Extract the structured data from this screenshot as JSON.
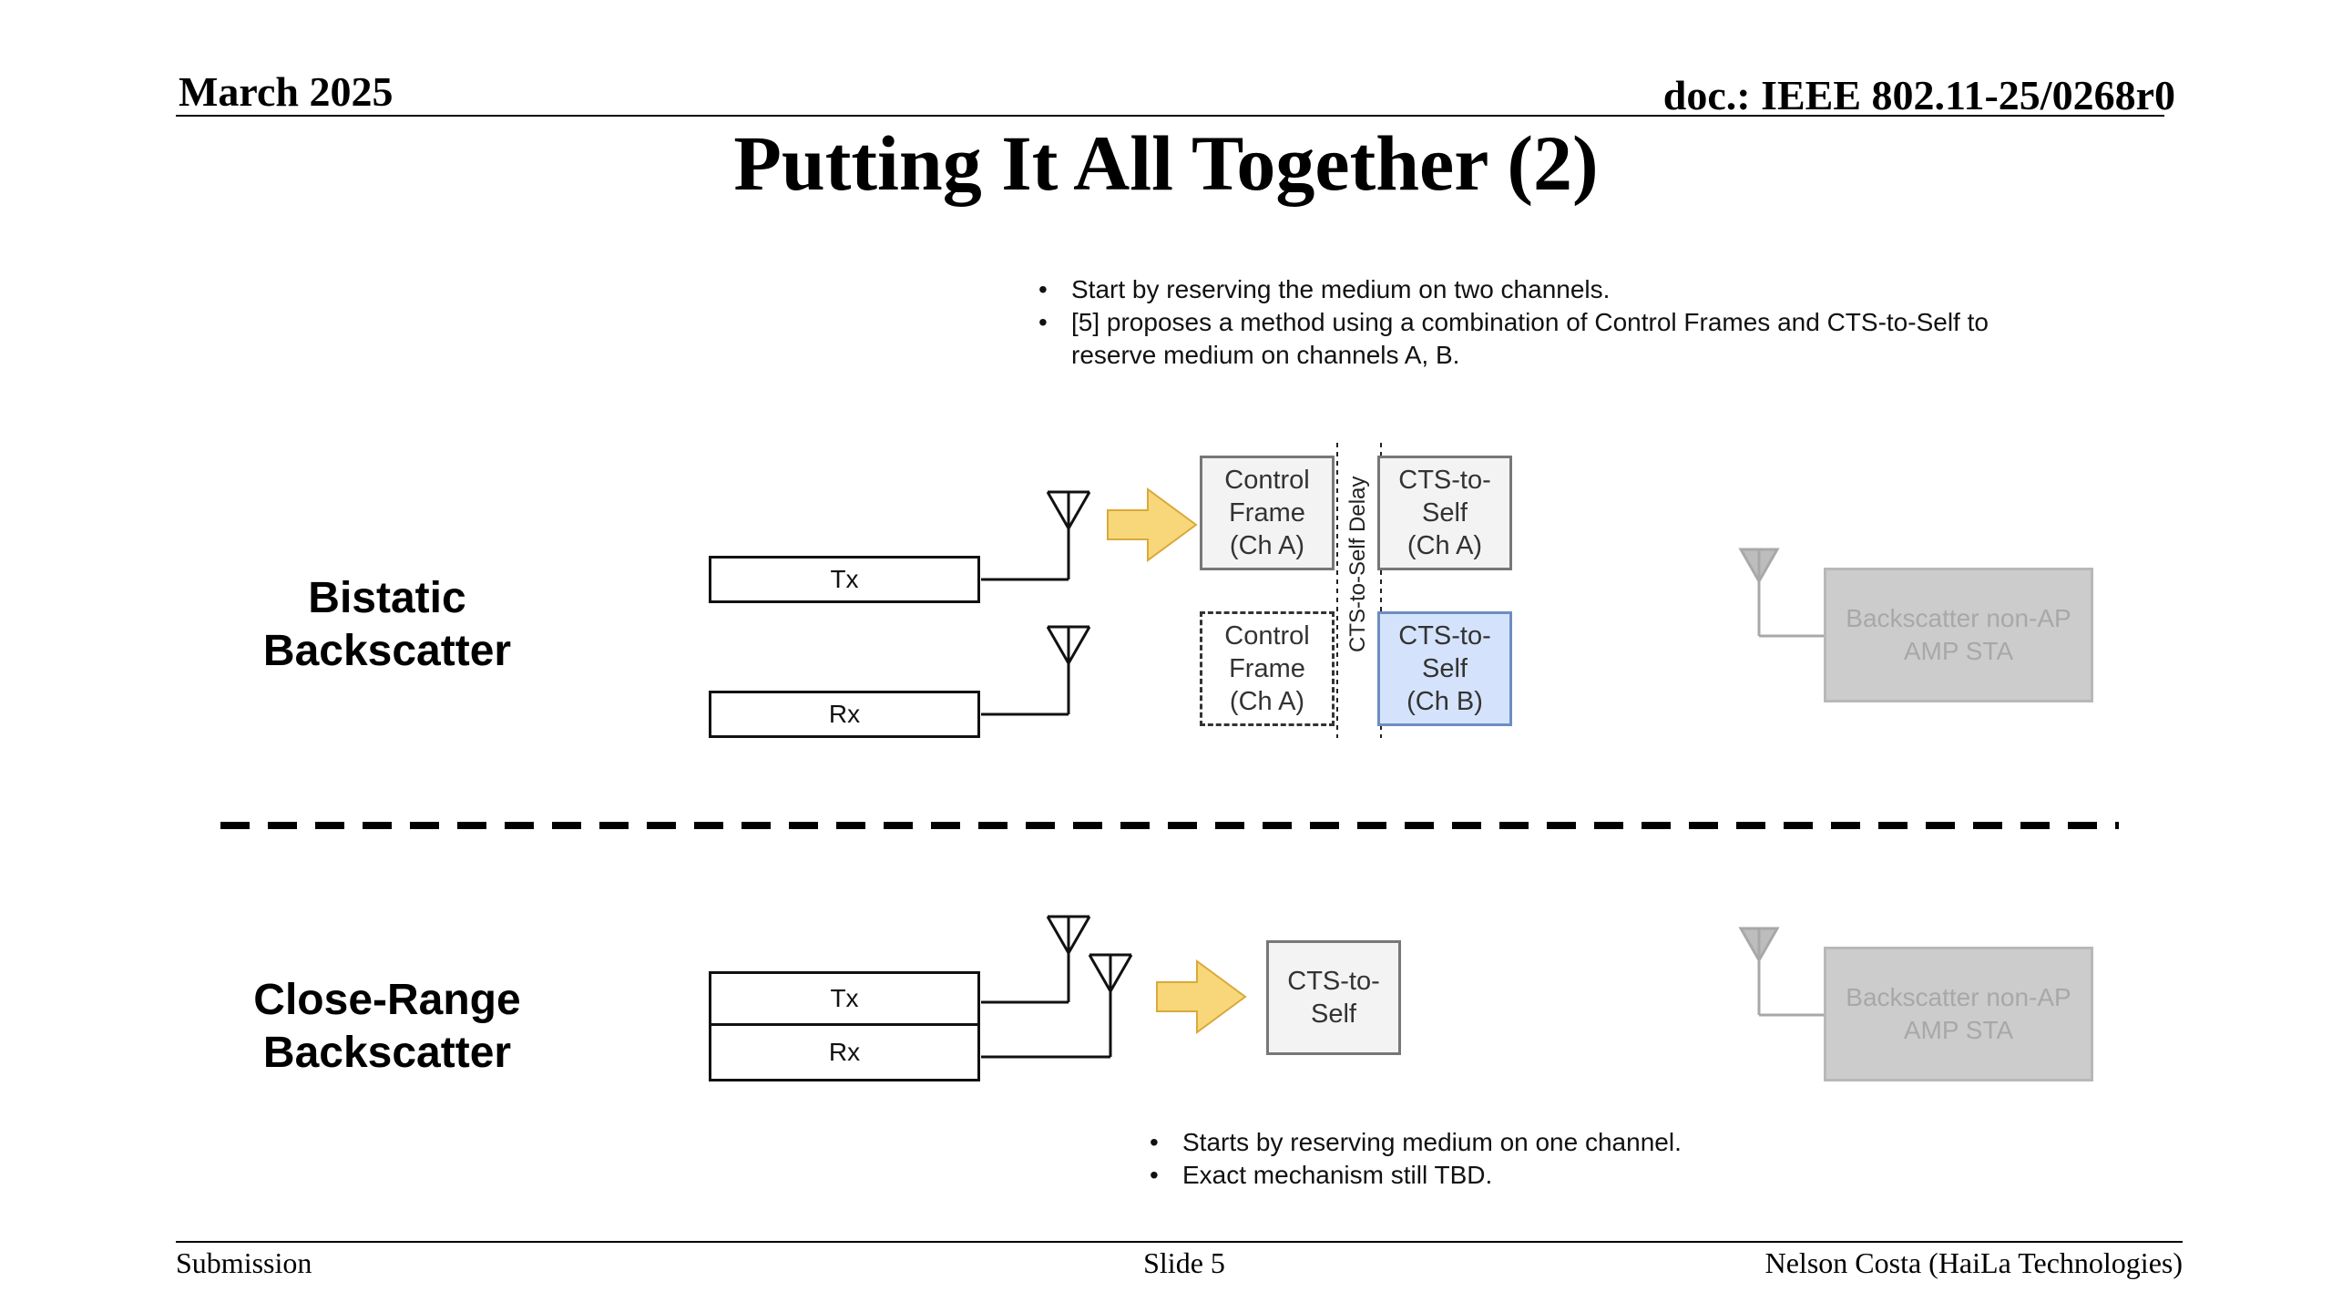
{
  "header": {
    "date": "March 2025",
    "doc_id": "doc.: IEEE 802.11-25/0268r0"
  },
  "title": "Putting It All Together (2)",
  "top_bullets": [
    "Start by reserving the medium on two channels.",
    "[5] proposes a method using a combination of Control Frames and CTS-to-Self to reserve medium on channels A, B."
  ],
  "bistatic": {
    "label_line1": "Bistatic",
    "label_line2": "Backscatter",
    "tx": "Tx",
    "rx": "Rx",
    "frame_ctrl_a": "Control\nFrame\n(Ch A)",
    "frame_ctrl_b": "Control\nFrame\n(Ch A)",
    "frame_cts_a": "CTS-to-\nSelf\n(Ch A)",
    "frame_cts_b": "CTS-to-\nSelf\n(Ch B)",
    "delay_label": "CTS-to-Self Delay",
    "sta_label": "Backscatter non-AP\nAMP STA"
  },
  "close_range": {
    "label_line1": "Close-Range",
    "label_line2": "Backscatter",
    "tx": "Tx",
    "rx": "Rx",
    "frame_cts": "CTS-to-\nSelf",
    "sta_label": "Backscatter non-AP\nAMP STA"
  },
  "bottom_bullets": [
    "Starts by reserving medium on one channel.",
    "Exact mechanism still TBD."
  ],
  "footer": {
    "left": "Submission",
    "center": "Slide 5",
    "right": "Nelson Costa (HaiLa Technologies)"
  },
  "colors": {
    "arrow_fill": "#f8d77a",
    "arrow_stroke": "#d9a93a",
    "cts_ch_b_fill": "#d4e3fb",
    "sta_fill": "#cccccc"
  }
}
